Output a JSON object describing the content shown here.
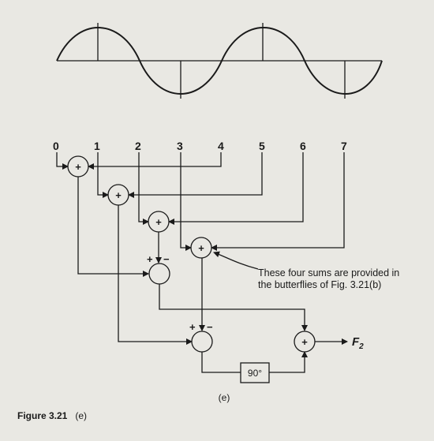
{
  "inputs": [
    "0",
    "1",
    "2",
    "3",
    "4",
    "5",
    "6",
    "7"
  ],
  "sum_op": "+",
  "plus_sign": "+",
  "minus_sign": "−",
  "note_line1": "These four sums are provided in",
  "note_line2": "the butterflies of Fig. 3.21(b)",
  "phase_label": "90°",
  "output_label": "F",
  "output_subscript": "2",
  "sublabel": "(e)",
  "caption_figure": "Figure 3.21",
  "caption_panel": "(e)"
}
